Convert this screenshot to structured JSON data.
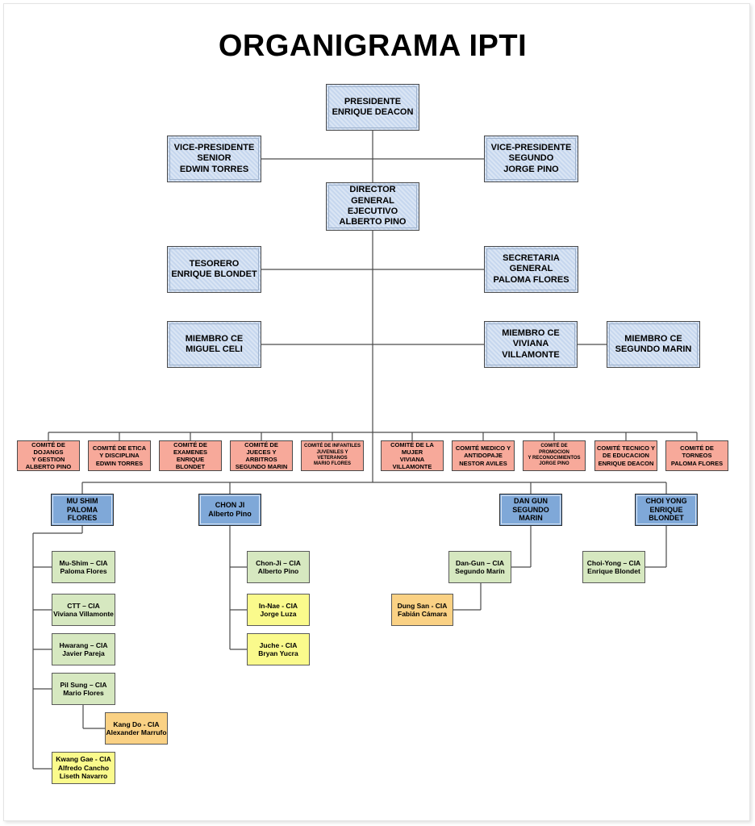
{
  "title": "ORGANIGRAMA IPTI",
  "leadership": {
    "presidente": "PRESIDENTE\nENRIQUE DEACON",
    "vp_senior": "VICE-PRESIDENTE\nSENIOR\nEDWIN TORRES",
    "vp_segundo": "VICE-PRESIDENTE\nSEGUNDO\nJORGE PINO",
    "director": "DIRECTOR GENERAL\nEJECUTIVO\nALBERTO PINO",
    "tesorero": "TESORERO\nENRIQUE BLONDET",
    "secretaria": "SECRETARIA GENERAL\nPALOMA FLORES",
    "miembro_celi": "MIEMBRO CE\nMIGUEL CELI",
    "miembro_villamonte": "MIEMBRO CE\nVIVIANA VILLAMONTE",
    "miembro_marin": "MIEMBRO CE\nSEGUNDO MARIN"
  },
  "committees": [
    "COMITÉ DE DOJANGS\nY GESTION\nALBERTO PINO",
    "COMITÉ DE ETICA\nY DISCIPLINA\nEDWIN TORRES",
    "COMITÉ DE\nEXAMENES\nENRIQUE BLONDET",
    "COMITÉ DE JUECES Y\nARBITROS\nSEGUNDO MARIN",
    "COMITÉ DE INFANTILES\nJUVENILES Y VETERANOS\nMARIO FLORES",
    "COMITÉ DE LA MUJER\nVIVIANA\nVILLAMONTE",
    "COMITÉ MEDICO Y\nANTIDOPAJE\nNESTOR AVILES",
    "COMITÉ DE PROMOCION\nY RECONOCIMIENTOS\nJORGE PINO",
    "COMITÉ TECNICO Y\nDE EDUCACION\nENRIQUE DEACON",
    "COMITÉ DE TORNEOS\nPALOMA FLORES"
  ],
  "schools": {
    "mu_shim": "MU SHIM\nPALOMA FLORES",
    "chon_ji": "CHON JI\nAlberto Pino",
    "dan_gun": "DAN GUN\nSEGUNDO MARIN",
    "choi_yong": "CHOI YONG\nENRIQUE BLONDET"
  },
  "cias": {
    "mushim_cia": "Mu-Shim – CIA\nPaloma Flores",
    "ctt_cia": "CTT – CIA\nViviana Villamonte",
    "hwarang_cia": "Hwarang – CIA\nJavier Pareja",
    "pilsung_cia": "Pil Sung – CIA\nMario Flores",
    "kangdo_cia": "Kang Do - CIA\nAlexander Marrufo",
    "kwanggae_cia": "Kwang Gae - CIA\nAlfredo Cancho\nLiseth Navarro",
    "chonji_cia": "Chon-Ji – CIA\nAlberto Pino",
    "innae_cia": "In-Nae - CIA\nJorge Luza",
    "juche_cia": "Juche - CIA\nBryan Yucra",
    "dangun_cia": "Dan-Gun – CIA\nSegundo Marín",
    "dungsan_cia": "Dung San - CIA\nFabián Cámara",
    "choiyong_cia": "Choi-Yong – CIA\nEnrique Blondet"
  }
}
